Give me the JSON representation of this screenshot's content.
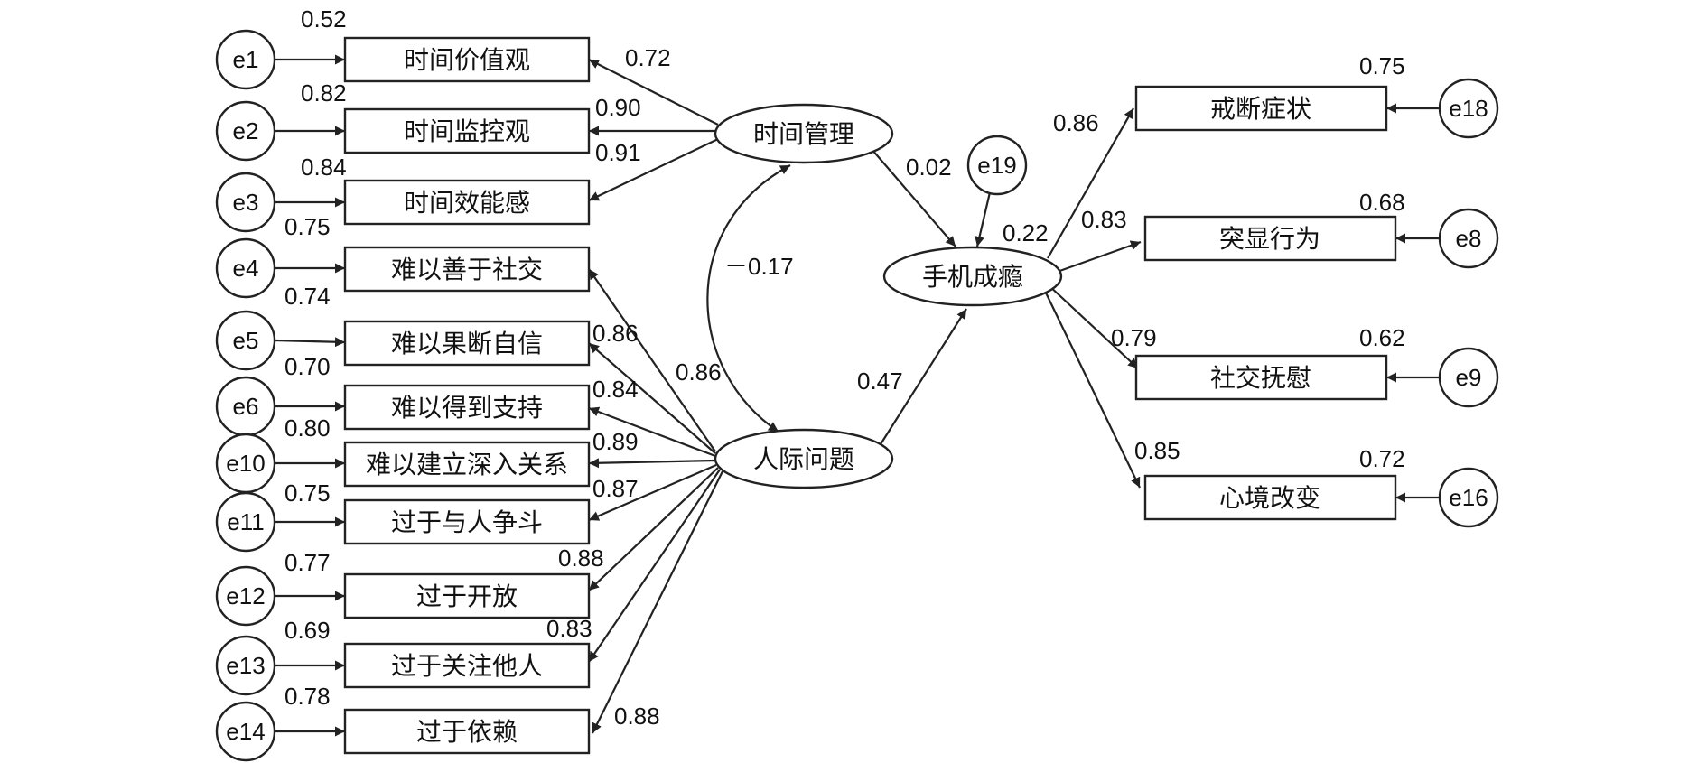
{
  "latent": {
    "time_mgmt": "时间管理",
    "interpersonal": "人际问题",
    "addiction": "手机成瘾"
  },
  "errors": {
    "e1": "e1",
    "e2": "e2",
    "e3": "e3",
    "e4": "e4",
    "e5": "e5",
    "e6": "e6",
    "e10": "e10",
    "e11": "e11",
    "e12": "e12",
    "e13": "e13",
    "e14": "e14",
    "e18": "e18",
    "e8": "e8",
    "e9": "e9",
    "e16": "e16",
    "e19": "e19"
  },
  "indicators": {
    "tm1": "时间价值观",
    "tm2": "时间监控观",
    "tm3": "时间效能感",
    "ip1": "难以善于社交",
    "ip2": "难以果断自信",
    "ip3": "难以得到支持",
    "ip4": "难以建立深入关系",
    "ip5": "过于与人争斗",
    "ip6": "过于开放",
    "ip7": "过于关注他人",
    "ip8": "过于依赖",
    "ad1": "戒断症状",
    "ad2": "突显行为",
    "ad3": "社交抚慰",
    "ad4": "心境改变"
  },
  "r2": {
    "tm1": "0.52",
    "tm2": "0.82",
    "tm3": "0.84",
    "ip1": "0.75",
    "ip2": "0.74",
    "ip3": "0.70",
    "ip4": "0.80",
    "ip5": "0.75",
    "ip6": "0.77",
    "ip7": "0.69",
    "ip8": "0.78",
    "ad1": "0.75",
    "ad2": "0.68",
    "ad3": "0.62",
    "ad4": "0.72",
    "addiction": "0.22"
  },
  "loadings": {
    "tm1": "0.72",
    "tm2": "0.90",
    "tm3": "0.91",
    "ip1": "0.86",
    "ip2": "0.86",
    "ip3": "0.84",
    "ip4": "0.89",
    "ip5": "0.87",
    "ip6": "0.88",
    "ip7": "0.83",
    "ip8": "0.88",
    "ad1": "0.86",
    "ad2": "0.83",
    "ad3": "0.79",
    "ad4": "0.85"
  },
  "paths": {
    "tm_to_ad": "0.02",
    "ip_to_ad": "0.47",
    "correlation": "－0.17"
  }
}
